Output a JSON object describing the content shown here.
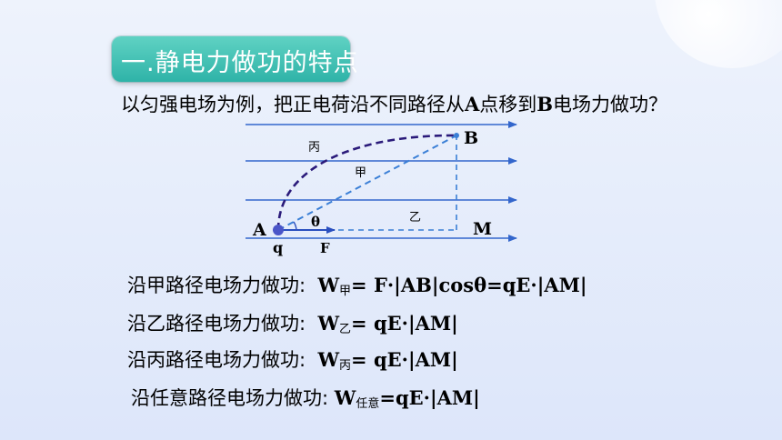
{
  "title": "一.静电力做功的特点",
  "intro": {
    "part1": "以匀强电场为例，把正电荷沿不同路径从",
    "pointA": "A",
    "part2": "点移到",
    "pointB": "B",
    "part3": "电场力做功？"
  },
  "diagram": {
    "label_B": "B",
    "label_A": "A",
    "label_M": "M",
    "label_q": "q",
    "label_F": "F",
    "label_theta": "θ",
    "path_bing": "丙",
    "path_jia": "甲",
    "path_yi": "乙"
  },
  "formulas": [
    {
      "label": "沿甲路径电场力做功:",
      "w": "W",
      "sub": "甲",
      "expr": "= F·|AB|cosθ=qE·|AM|"
    },
    {
      "label": "沿乙路径电场力做功:",
      "w": "W",
      "sub": "乙",
      "expr": "= qE·|AM|"
    },
    {
      "label": "沿丙路径电场力做功:",
      "w": "W",
      "sub": "丙",
      "expr": "= qE·|AM|"
    },
    {
      "label": "沿任意路径电场力做功:",
      "w": "W",
      "sub": "任意",
      "expr": "=qE·|AM|"
    }
  ],
  "colors": {
    "title_bg": "#2fb3a8",
    "field_line": "#3366cc",
    "path_bing": "#2a1a7a",
    "path_dashed": "#3a7fd6",
    "charge": "#4a55c8"
  }
}
